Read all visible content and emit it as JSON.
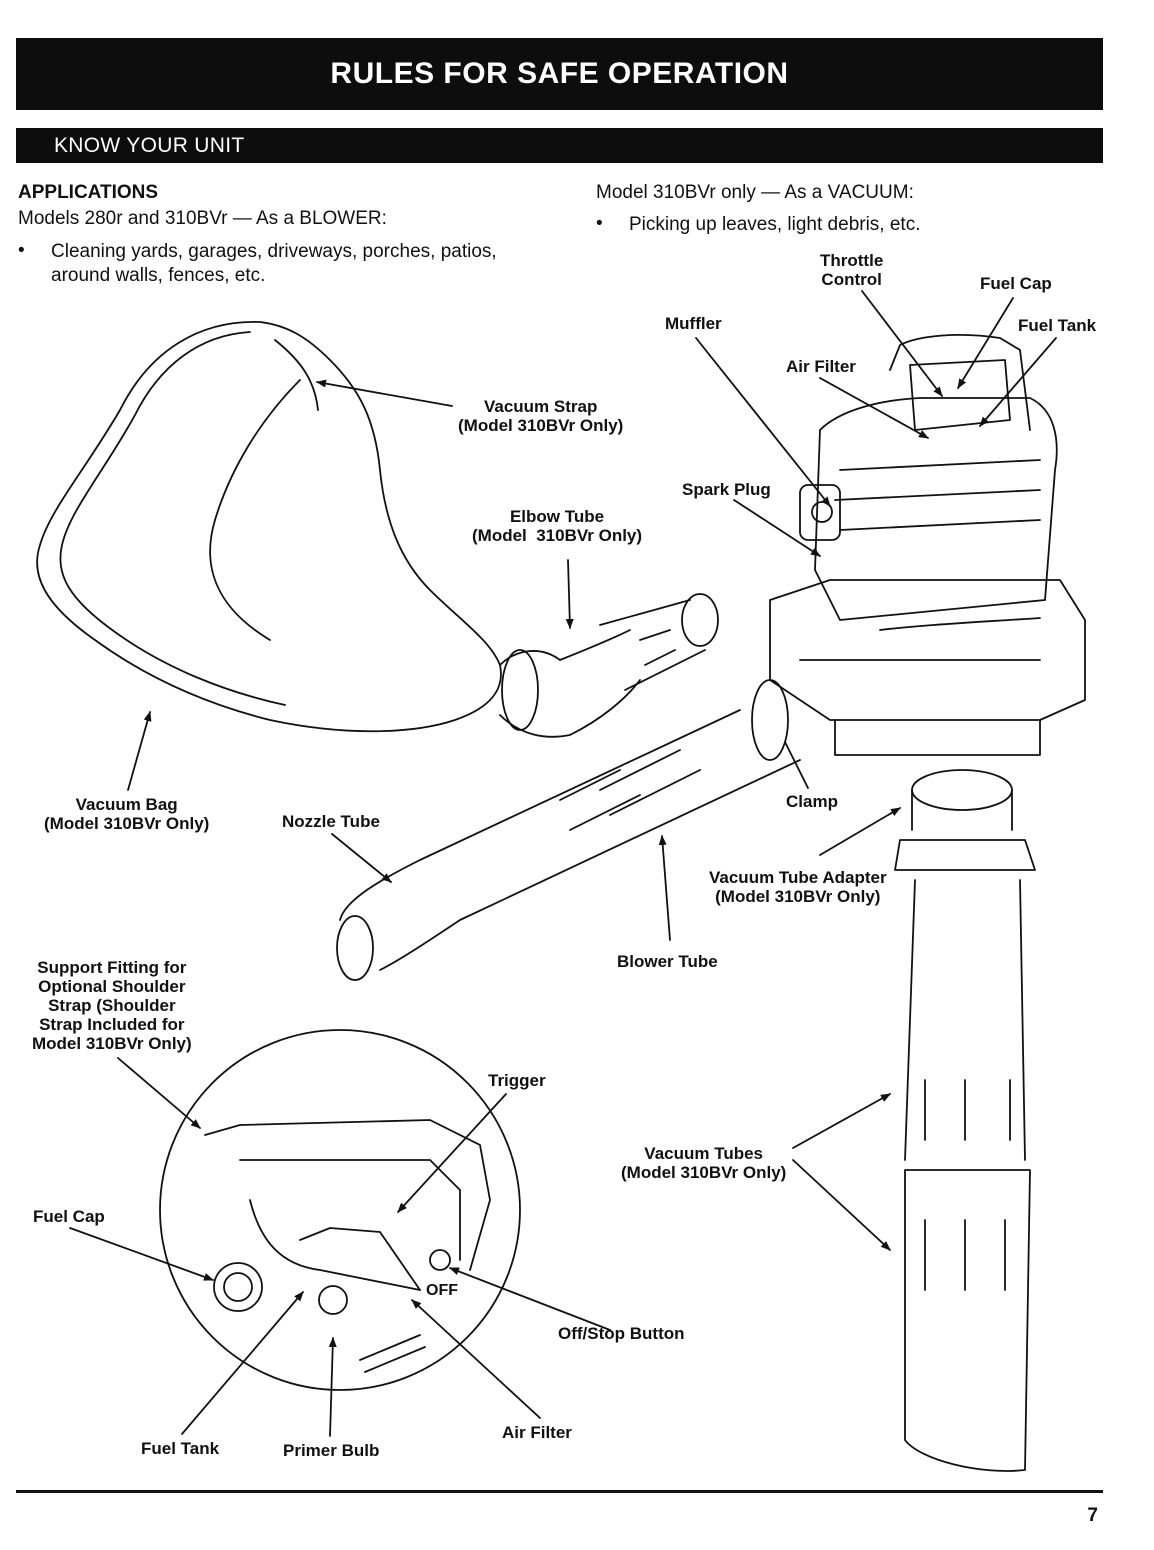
{
  "header": {
    "title": "RULES FOR SAFE OPERATION",
    "section": "KNOW YOUR UNIT"
  },
  "applications": {
    "heading": "APPLICATIONS",
    "blower_line": "Models 280r and 310BVr — As a BLOWER:",
    "blower_bullet_1": "Cleaning yards, garages, driveways, porches, patios,",
    "blower_bullet_2": "around walls, fences, etc.",
    "vacuum_line": "Model 310BVr only — As a VACUUM:",
    "vacuum_bullet": "Picking up leaves, light debris, etc.",
    "bullet_glyph": "•"
  },
  "labels": {
    "throttle_control": "Throttle\nControl",
    "fuel_cap_top": "Fuel Cap",
    "fuel_tank_top": "Fuel Tank",
    "muffler": "Muffler",
    "air_filter_top": "Air Filter",
    "vacuum_strap": "Vacuum Strap\n(Model 310BVr Only)",
    "spark_plug": "Spark Plug",
    "elbow_tube": "Elbow Tube\n(Model  310BVr Only)",
    "vacuum_bag": "Vacuum Bag\n(Model 310BVr Only)",
    "nozzle_tube": "Nozzle Tube",
    "clamp": "Clamp",
    "vacuum_tube_adapter": "Vacuum Tube Adapter\n(Model 310BVr Only)",
    "blower_tube": "Blower Tube",
    "support_fitting": "Support Fitting for\nOptional Shoulder\nStrap (Shoulder\nStrap Included for\nModel 310BVr Only)",
    "trigger": "Trigger",
    "vacuum_tubes": "Vacuum Tubes\n(Model 310BVr Only)",
    "fuel_cap_detail": "Fuel Cap",
    "off_stop_button": "Off/Stop Button",
    "air_filter_detail": "Air Filter",
    "fuel_tank_detail": "Fuel Tank",
    "primer_bulb": "Primer Bulb",
    "off_marking": "OFF"
  },
  "page_number": "7"
}
